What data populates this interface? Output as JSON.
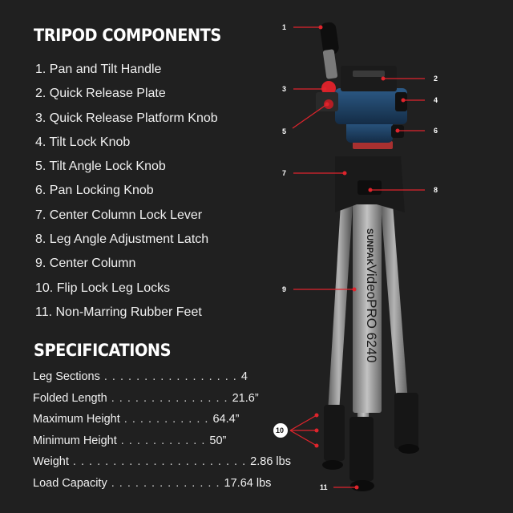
{
  "components": {
    "heading": "TRIPOD COMPONENTS",
    "items": [
      "1. Pan and Tilt Handle",
      "2. Quick Release Plate",
      "3. Quick Release Platform Knob",
      "4. Tilt Lock Knob",
      "5. Tilt Angle Lock Knob",
      "6. Pan Locking Knob",
      "7. Center Column Lock Lever",
      "8. Leg Angle Adjustment Latch",
      "9. Center Column",
      "10. Flip Lock Leg Locks",
      "11. Non-Marring Rubber Feet"
    ]
  },
  "specifications": {
    "heading": "SPECIFICATIONS",
    "items": [
      {
        "label": "Leg Sections",
        "dots": " . . . . . . . . . . . . . . . . . ",
        "value": "4"
      },
      {
        "label": "Folded Length",
        "dots": " . . . . . . . . . . . . . . . ",
        "value": "21.6”"
      },
      {
        "label": "Maximum Height",
        "dots": " . . . . . . . . . . . ",
        "value": "64.4”"
      },
      {
        "label": "Minimum Height",
        "dots": " . . . . . . . . . . . ",
        "value": "50”"
      },
      {
        "label": "Weight",
        "dots": " . . . . . . . . . . . . . . . . . . . . . . ",
        "value": "2.86 lbs"
      },
      {
        "label": "Load Capacity",
        "dots": " . . . . . . . . . . . . . . ",
        "value": "17.64 lbs"
      }
    ]
  },
  "product": {
    "brand": "SUNPAK",
    "model": "VideoPRO 6240"
  },
  "callouts": [
    "1",
    "2",
    "3",
    "4",
    "5",
    "6",
    "7",
    "8",
    "9",
    "10",
    "11"
  ],
  "colors": {
    "background": "#202020",
    "callout_line": "#e0242c",
    "accent_red": "#d8222a",
    "head_blue": "#1d3f63",
    "leg_silver": "#8c8c8c"
  }
}
